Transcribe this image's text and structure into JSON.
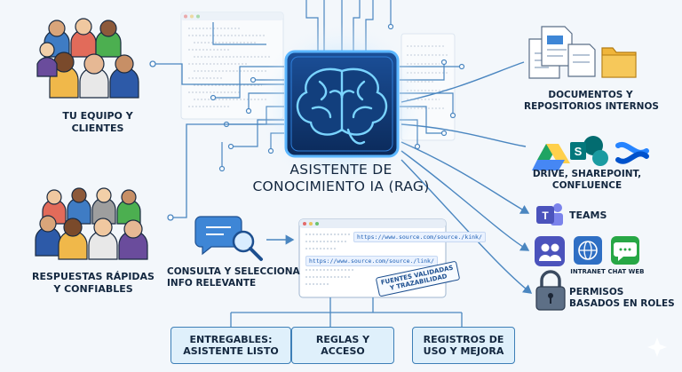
{
  "center": {
    "title_line1": "ASISTENTE DE",
    "title_line2": "CONOCIMIENTO IA (RAG)"
  },
  "left": {
    "team_line1": "TU EQUIPO Y",
    "team_line2": "CLIENTES",
    "answers_line1": "RESPUESTAS RÁPIDAS",
    "answers_line2": "Y CONFIABLES"
  },
  "middle": {
    "query_line1": "CONSULTA Y SELECCIONA",
    "query_line2": "INFO RELEVANTE",
    "url1": "https://www.source.com/source./kink/",
    "url2": "https://www.source.com/source./link/",
    "stamp_line1": "FUENTES VALIDADAS",
    "stamp_line2": "Y TRAZABILIDAD"
  },
  "right": {
    "docs_line1": "DOCUMENTOS Y",
    "docs_line2": "REPOSITORIOS INTERNOS",
    "drive_line1": "DRIVE, SHAREPOINT,",
    "drive_line2": "CONFLUENCE",
    "teams": "TEAMS",
    "intranet": "INTRANET",
    "chat_web": "CHAT WEB",
    "perms_line1": "PERMISOS",
    "perms_line2": "BASADOS EN ROLES"
  },
  "bottom": {
    "b1_line1": "ENTREGABLES:",
    "b1_line2": "ASISTENTE LISTO",
    "b2_line1": "REGLAS Y",
    "b2_line2": "ACCESO",
    "b3_line1": "REGISTROS DE",
    "b3_line2": "USO Y MEJORA"
  },
  "icons": [
    "brain-icon",
    "people-group-icon",
    "document-icon",
    "folder-icon",
    "google-drive-icon",
    "sharepoint-icon",
    "confluence-icon",
    "teams-icon",
    "intranet-icon",
    "chat-web-icon",
    "padlock-icon",
    "chat-bubble-icon",
    "magnifier-icon"
  ],
  "colors": {
    "accent": "#1e6fd9",
    "box_bg": "#dff0fb",
    "line": "#4a86c0"
  }
}
